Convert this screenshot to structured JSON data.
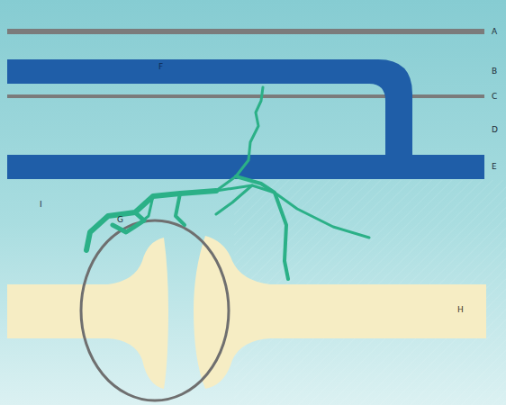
{
  "diagram": {
    "labels": [
      "A",
      "B",
      "C",
      "D",
      "E",
      "F",
      "G",
      "H",
      "I"
    ]
  }
}
